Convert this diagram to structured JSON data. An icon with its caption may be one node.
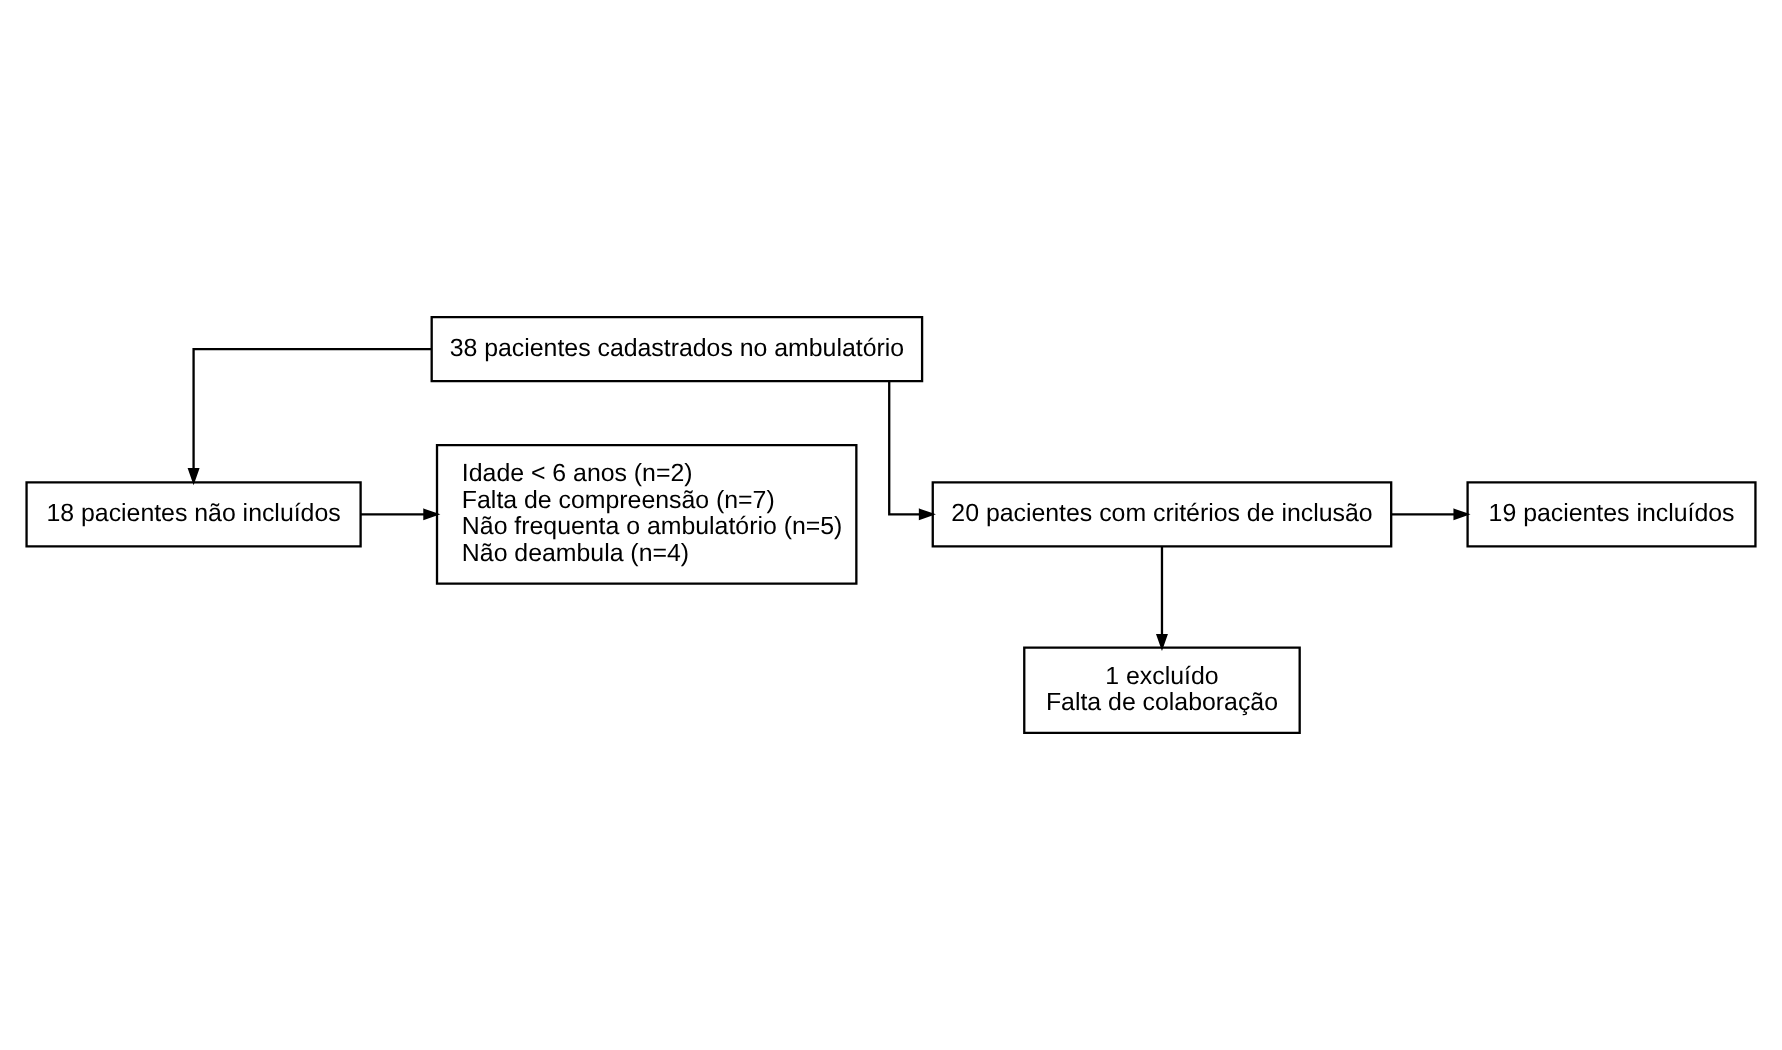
{
  "diagram": {
    "nodes": [
      {
        "text": [
          "38 pacientes cadastrados no ambulatório"
        ]
      },
      {
        "text": [
          "18 pacientes não incluídos"
        ]
      },
      {
        "text": [
          "Idade < 6 anos (n=2)",
          "Falta de compreensão (n=7)",
          "Não frequenta o ambulatório (n=5)",
          "Não deambula (n=4)"
        ]
      },
      {
        "text": [
          "20 pacientes com critérios de inclusão"
        ]
      },
      {
        "text": [
          "19 pacientes incluídos"
        ]
      },
      {
        "text": [
          "1 excluído",
          "Falta de colaboração"
        ]
      }
    ],
    "edges": [
      {
        "from": 0,
        "to": 1,
        "arrow": "to"
      },
      {
        "from": 0,
        "to": 3,
        "arrow": "to"
      },
      {
        "from": 1,
        "to": 2,
        "arrow": "to"
      },
      {
        "from": 3,
        "to": 4,
        "arrow": "to"
      },
      {
        "from": 3,
        "to": 5,
        "arrow": "to"
      }
    ]
  }
}
